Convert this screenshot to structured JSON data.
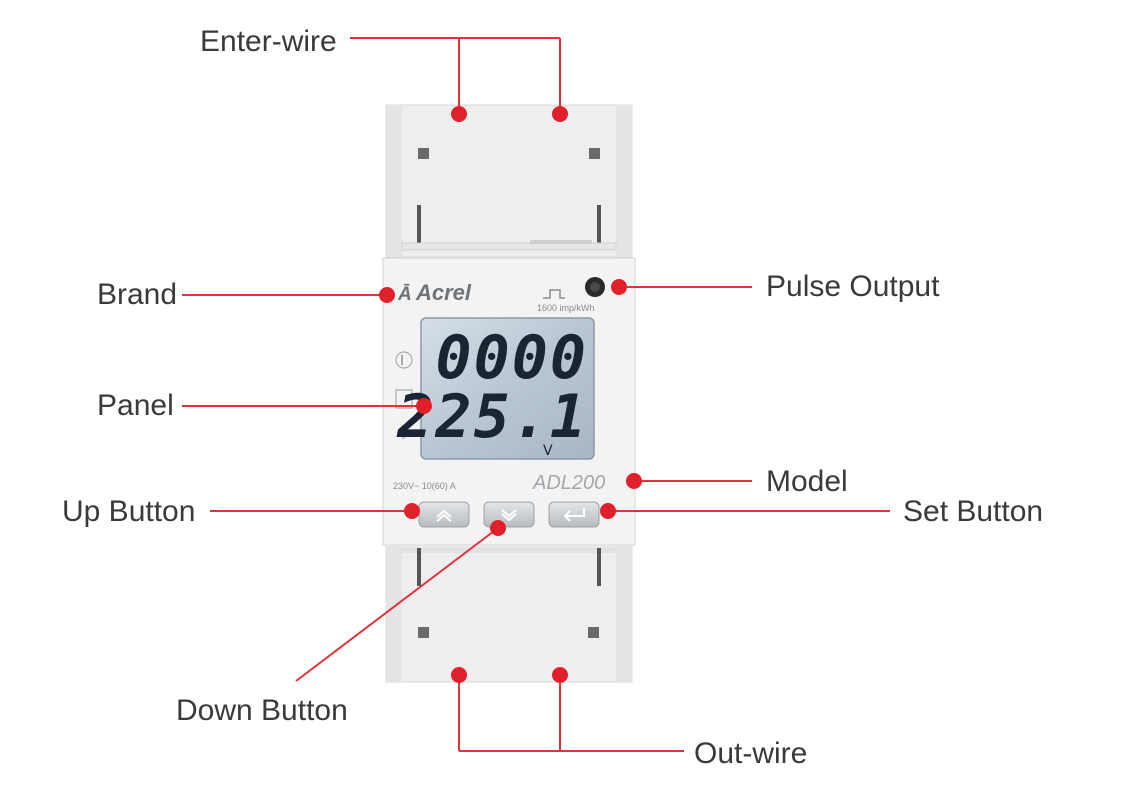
{
  "labels": {
    "enter_wire": "Enter-wire",
    "brand": "Brand",
    "pulse_output": "Pulse Output",
    "panel": "Panel",
    "model": "Model",
    "up_button": "Up Button",
    "set_button": "Set Button",
    "down_button": "Down Button",
    "out_wire": "Out-wire"
  },
  "device": {
    "brand": "Acrel",
    "pulse_rate": "1600 imp/kWh",
    "rating": "230V~ 10(60) A",
    "model": "ADL200",
    "display_line1": "0000",
    "display_line2": "225.1",
    "display_unit": "V"
  },
  "colors": {
    "leader": "#e0323a",
    "dot": "#e0212b",
    "body": "#eeeeee",
    "lcd": "#b7c4d1"
  }
}
